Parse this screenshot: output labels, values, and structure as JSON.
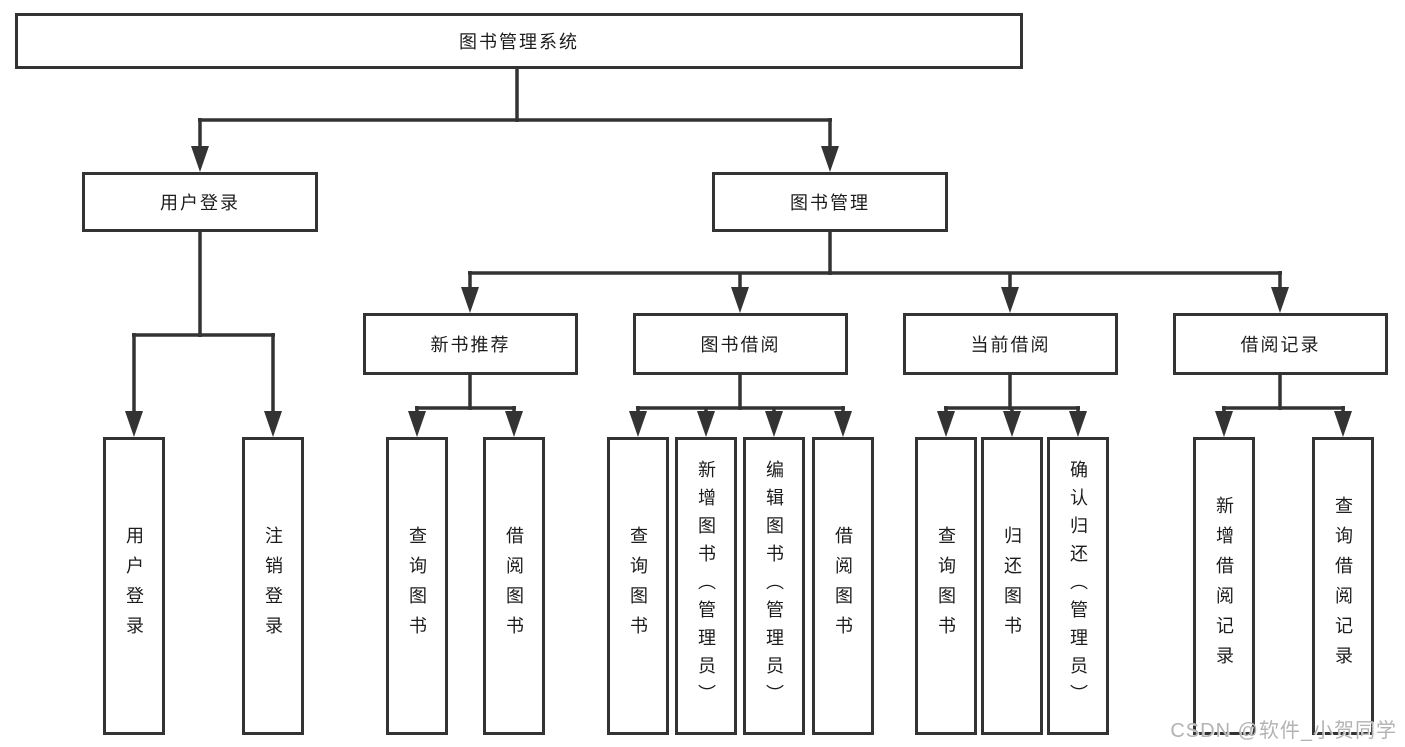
{
  "diagram": {
    "type": "hierarchy-tree",
    "line_color": "#333333",
    "background": "#ffffff",
    "tree": {
      "root": "图书管理系统",
      "children": {
        "user_login": {
          "label": "用户登录",
          "leaves": [
            "用户登录",
            "注销登录"
          ]
        },
        "book_management": {
          "label": "图书管理",
          "children": {
            "new_book_recommend": {
              "label": "新书推荐",
              "leaves": [
                "查询图书",
                "借阅图书"
              ]
            },
            "book_borrowing": {
              "label": "图书借阅",
              "leaves": [
                "查询图书",
                "新增图书（管理员）",
                "编辑图书（管理员）",
                "借阅图书"
              ]
            },
            "current_borrowing": {
              "label": "当前借阅",
              "leaves": [
                "查询图书",
                "归还图书",
                "确认归还（管理员）"
              ]
            },
            "borrowing_records": {
              "label": "借阅记录",
              "leaves": [
                "新增借阅记录",
                "查询借阅记录"
              ]
            }
          }
        }
      }
    }
  },
  "watermark": {
    "text": "CSDN @软件_小贺同学"
  }
}
